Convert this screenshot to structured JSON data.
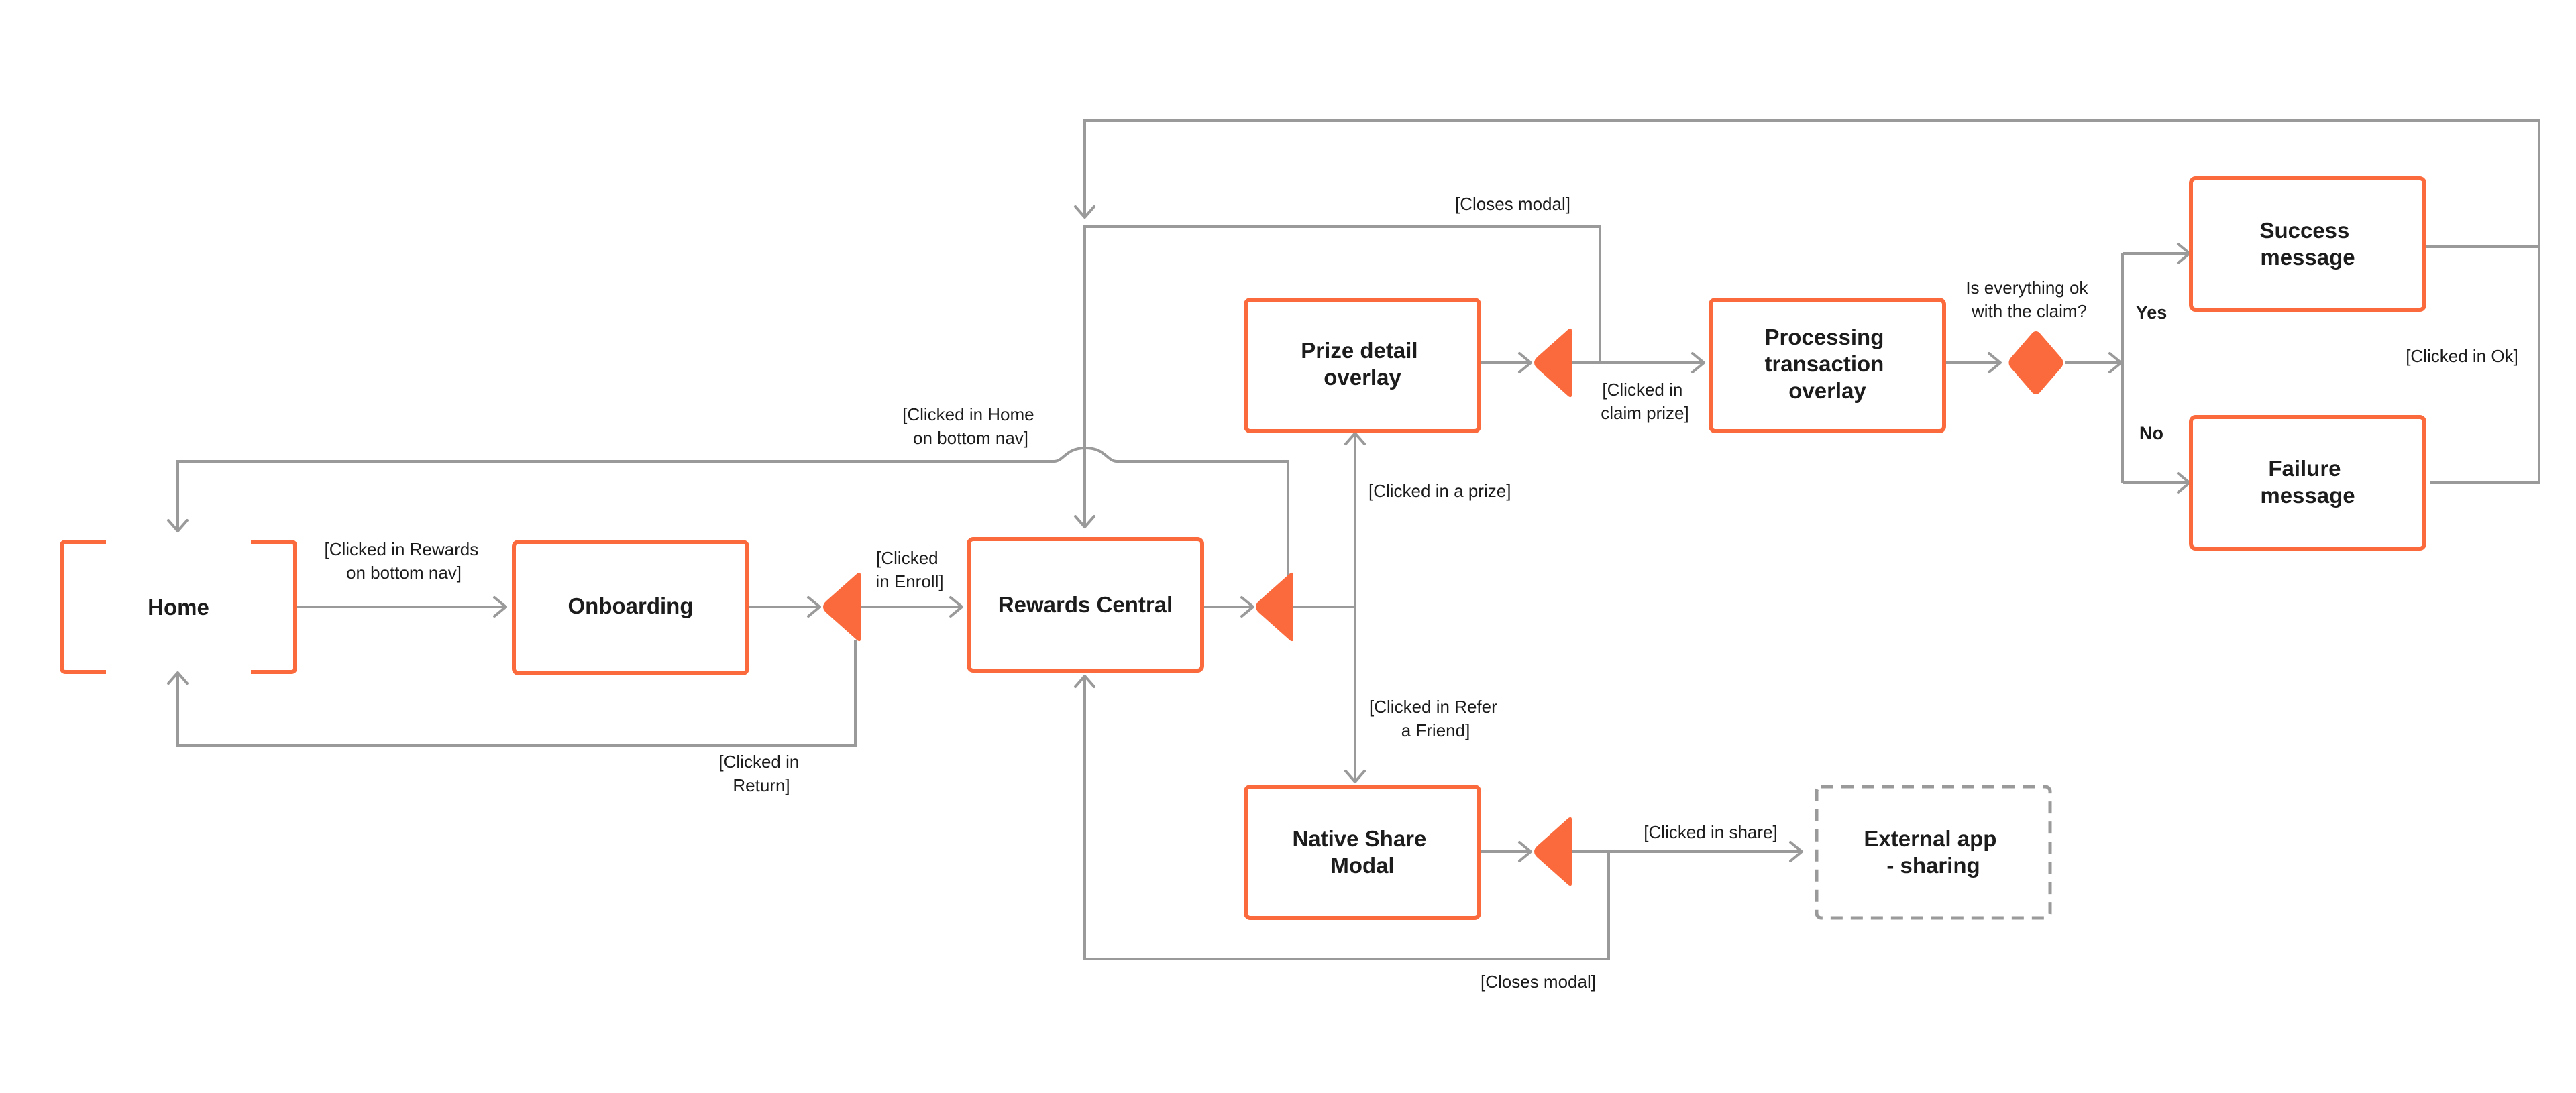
{
  "theme": {
    "accent": "#fb6a3c",
    "connector": "#9a9a9a",
    "text": "#1c1c1c",
    "background": "#ffffff"
  },
  "nodes": {
    "home": {
      "label": [
        "Home"
      ]
    },
    "onboarding": {
      "label": [
        "Onboarding"
      ]
    },
    "rewards_central": {
      "label": [
        "Rewards Central"
      ]
    },
    "prize_detail": {
      "label": [
        "Prize detail",
        "overlay"
      ]
    },
    "processing": {
      "label": [
        "Processing",
        "transaction",
        "overlay"
      ]
    },
    "success": {
      "label": [
        "Success",
        "message"
      ]
    },
    "failure": {
      "label": [
        "Failure",
        "message"
      ]
    },
    "native_share": {
      "label": [
        "Native Share",
        "Modal"
      ]
    },
    "external_app": {
      "label": [
        "External app",
        "- sharing"
      ]
    }
  },
  "edges": {
    "clicked_rewards_nav": [
      "[Clicked in Rewards",
      "on bottom nav]"
    ],
    "clicked_enroll": [
      "[Clicked",
      "in Enroll]"
    ],
    "clicked_return": [
      "[Clicked in",
      "Return]"
    ],
    "clicked_home_nav": [
      "[Clicked in Home",
      "on bottom nav]"
    ],
    "clicked_prize": [
      "[Clicked in a prize]"
    ],
    "clicked_refer": [
      "[Clicked in Refer",
      "a Friend]"
    ],
    "closes_modal_top": [
      "[Closes modal]"
    ],
    "clicked_claim": [
      "[Clicked in",
      "claim prize]"
    ],
    "claim_question": [
      "Is everything ok",
      "with the claim?"
    ],
    "yes": [
      "Yes"
    ],
    "no": [
      "No"
    ],
    "clicked_ok": [
      "[Clicked in Ok]"
    ],
    "clicked_share": [
      "[Clicked in share]"
    ],
    "closes_modal_bottom": [
      "[Closes modal]"
    ]
  }
}
